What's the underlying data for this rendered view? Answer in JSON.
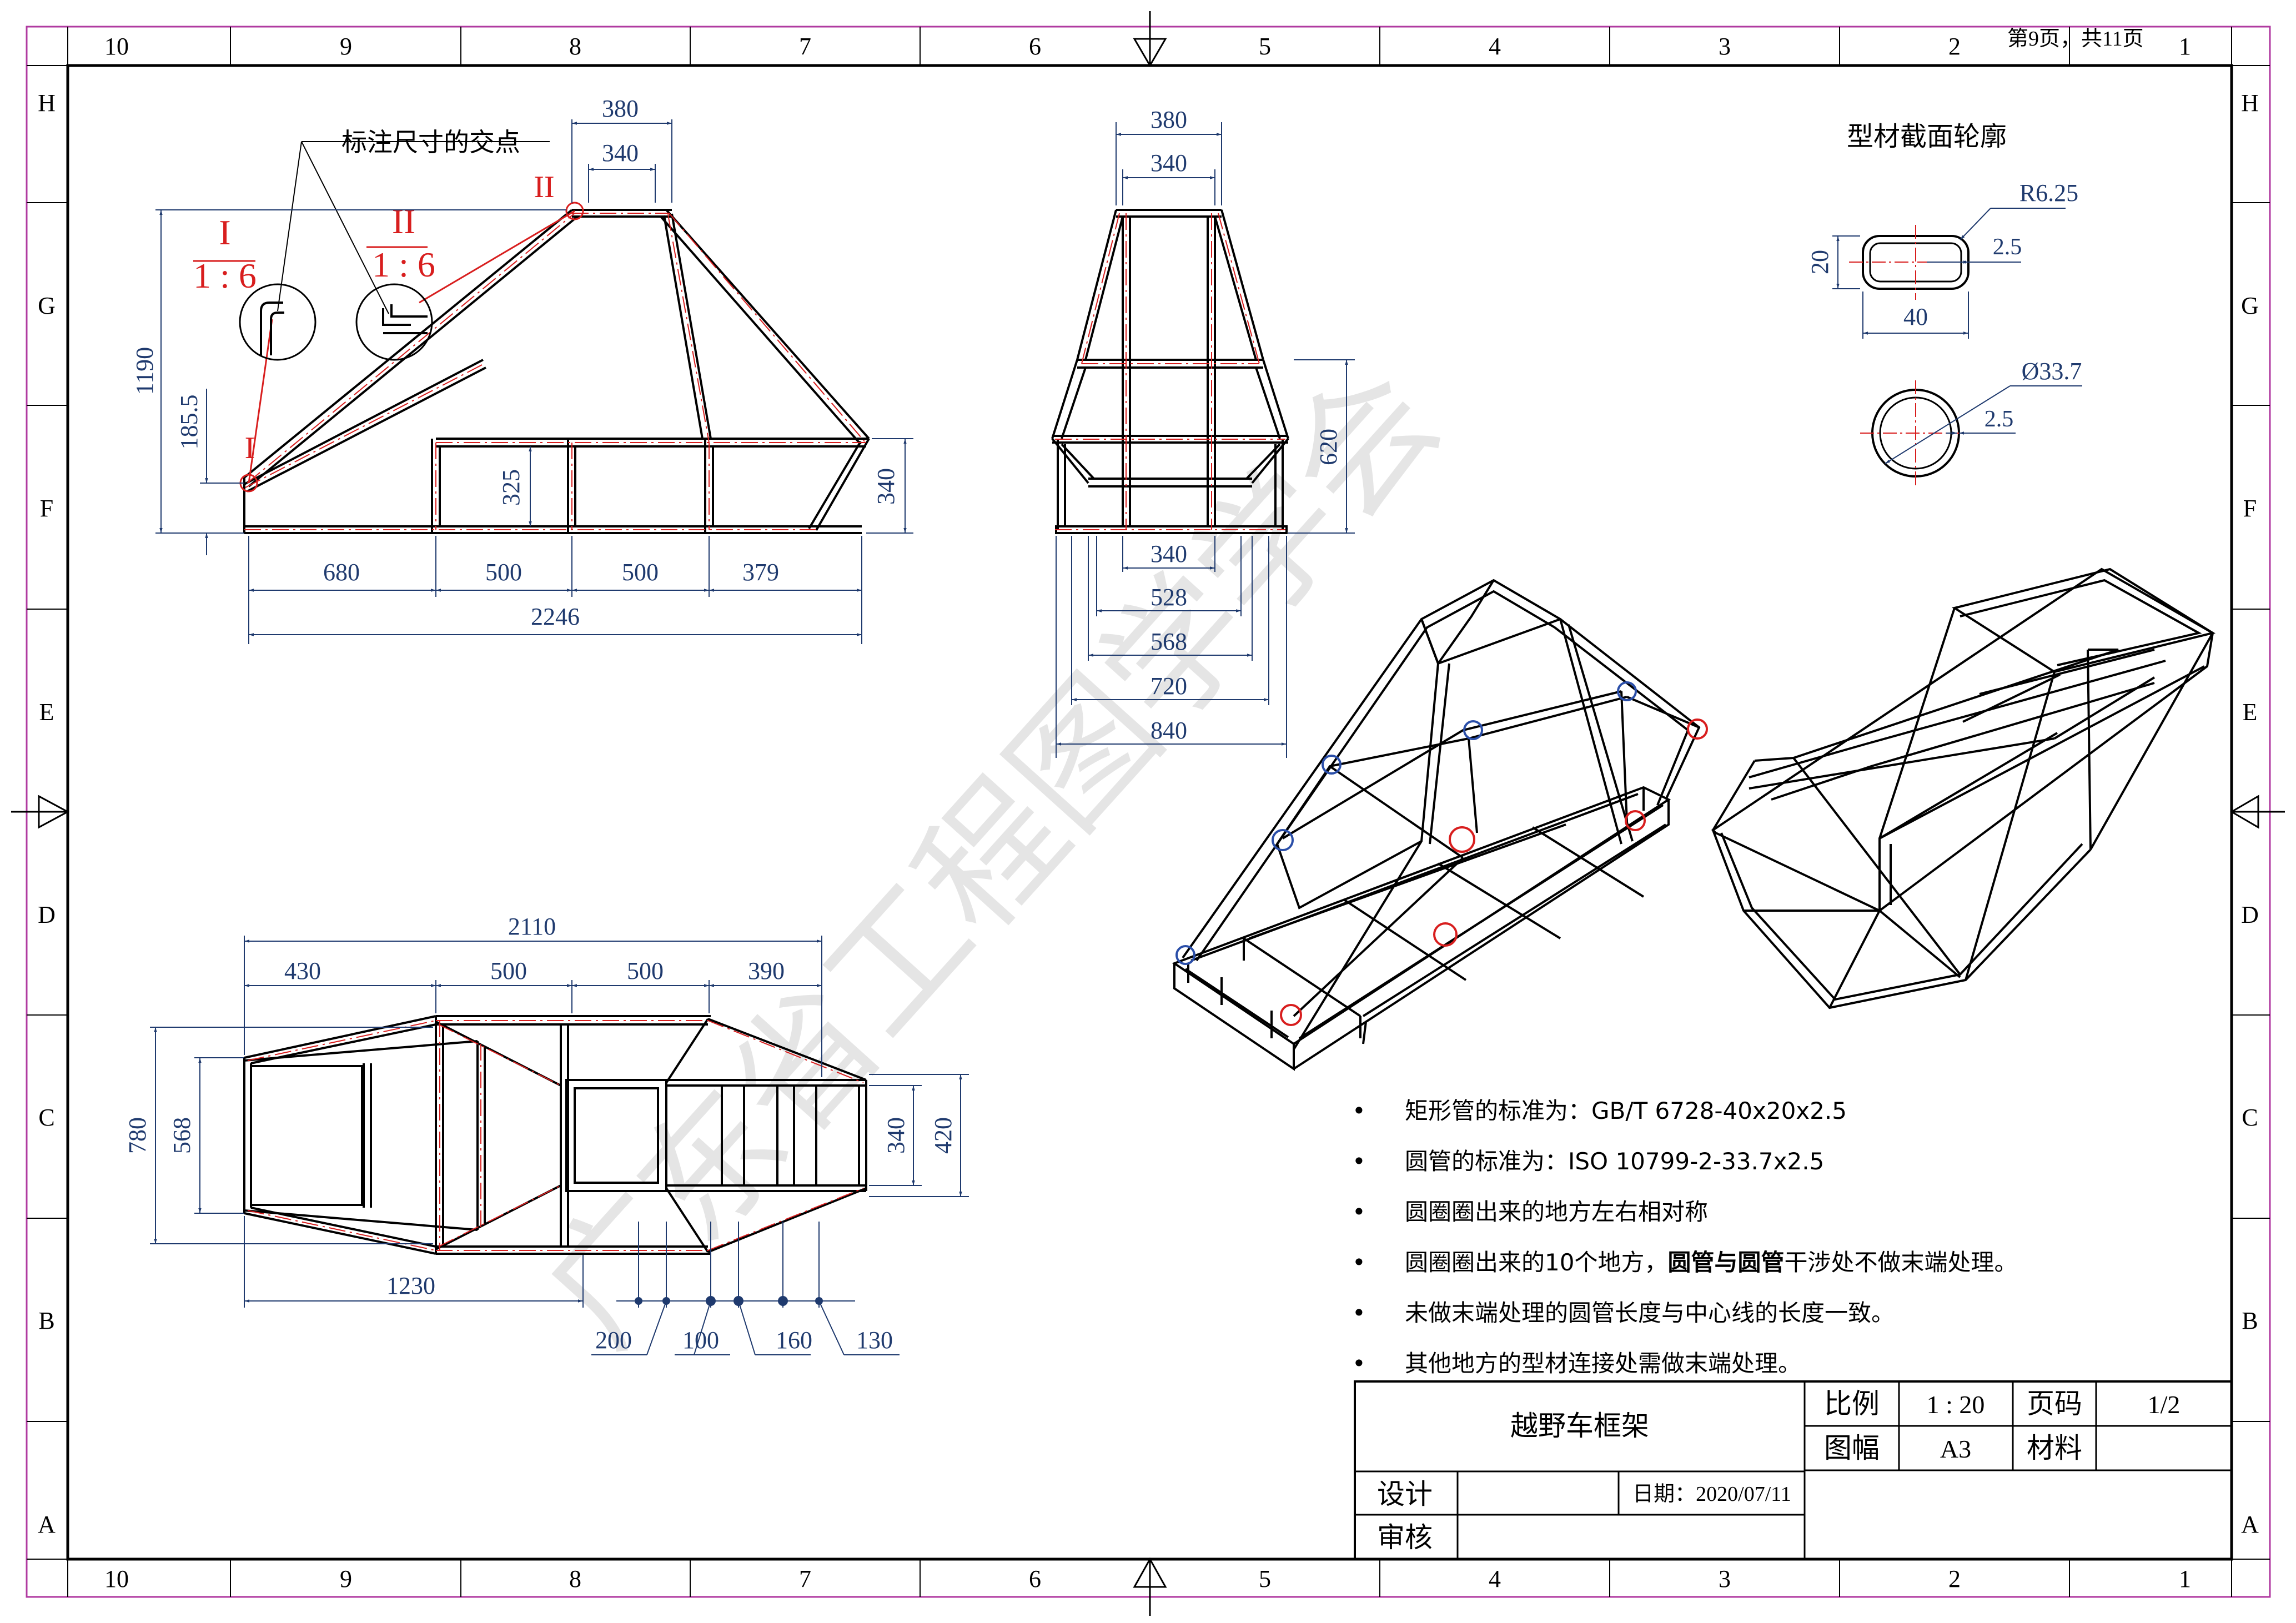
{
  "sheet": {
    "page_info": "第9页，共11页",
    "col_labels": [
      "10",
      "9",
      "8",
      "7",
      "6",
      "5",
      "4",
      "3",
      "2",
      "1"
    ],
    "row_labels": [
      "H",
      "G",
      "F",
      "E",
      "D",
      "C",
      "B",
      "A"
    ],
    "watermark": "广东省工程图学学会",
    "colors": {
      "frame": "#000000",
      "dim": "#1f3a6e",
      "red": "#d81e1e",
      "blue": "#2a4ea8",
      "grid": "#b03aa0"
    }
  },
  "side_view": {
    "callout": "标注尺寸的交点",
    "detail_I": {
      "mark": "I",
      "scale": "1 : 6"
    },
    "detail_II": {
      "mark": "II",
      "scale": "1 : 6"
    },
    "mark_I": "I",
    "mark_II": "II",
    "dims": {
      "top_outer": "380",
      "top_inner": "340",
      "height": "1190",
      "left_h": "185.5",
      "mid_h": "325",
      "right_h": "340",
      "b1": "680",
      "b2": "500",
      "b3": "500",
      "b4": "379",
      "total": "2246"
    }
  },
  "front_view": {
    "dims": {
      "top_outer": "380",
      "top_inner": "340",
      "height": "620",
      "w1": "340",
      "w2": "528",
      "w3": "568",
      "w4": "720",
      "w5": "840"
    }
  },
  "top_view": {
    "dims": {
      "total": "2110",
      "s1": "430",
      "s2": "500",
      "s3": "500",
      "s4": "390",
      "h_outer": "780",
      "h_inner": "568",
      "r_inner": "340",
      "r_outer": "420",
      "bottom": "1230",
      "d1": "200",
      "d2": "100",
      "d3": "160",
      "d4": "130"
    }
  },
  "profiles": {
    "title": "型材截面轮廓",
    "rect": {
      "radius": "R6.25",
      "thick": "2.5",
      "height": "20",
      "width": "40"
    },
    "round": {
      "dia": "Ø33.7",
      "thick": "2.5"
    }
  },
  "notes": [
    {
      "pre": "矩形管的标准为：GB/T 6728-40x20x2.5",
      "bold": "",
      "post": ""
    },
    {
      "pre": "圆管的标准为：ISO 10799-2-33.7x2.5",
      "bold": "",
      "post": ""
    },
    {
      "pre": "圆圈圈出来的地方左右相对称",
      "bold": "",
      "post": ""
    },
    {
      "pre": "圆圈圈出来的10个地方，",
      "bold": "圆管与圆管",
      "post": "干涉处不做末端处理。"
    },
    {
      "pre": "未做末端处理的圆管长度与中心线的长度一致。",
      "bold": "",
      "post": ""
    },
    {
      "pre": "其他地方的型材连接处需做末端处理。",
      "bold": "",
      "post": ""
    }
  ],
  "title_block": {
    "name": "越野车框架",
    "scale_label": "比例",
    "scale_value": "1 : 20",
    "page_label": "页码",
    "page_value": "1/2",
    "format_label": "图幅",
    "format_value": "A3",
    "material_label": "材料",
    "material_value": "",
    "design_label": "设计",
    "review_label": "审核",
    "date": "日期：2020/07/11"
  }
}
